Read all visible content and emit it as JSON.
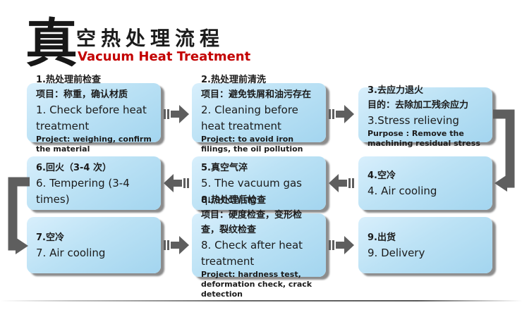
{
  "title": {
    "big_char": "真",
    "cn": "空热处理流程",
    "en": "Vacuum Heat Treatment"
  },
  "colors": {
    "accent_red": "#c30000",
    "box_blue_light": "#d8effc",
    "box_blue_dark": "#a3d5ef",
    "arrow_gray": "#5e5e5e",
    "text": "#1b1b1b"
  },
  "steps": [
    {
      "cn_title": "1.热处理前检查",
      "cn_detail": "项目：称重，确认材质",
      "en_title": "1. Check before heat treatment",
      "en_detail": "Project: weighing, confirm the material"
    },
    {
      "cn_title": "2.热处理前清洗",
      "cn_detail": "项目：避免铁屑和油污存在",
      "en_title": "2. Cleaning before heat treatment",
      "en_detail": "Project: to avoid iron filings, the oil pollution"
    },
    {
      "cn_title": "3.去应力退火",
      "cn_detail": "目的：去除加工残余应力",
      "en_title": "3.Stress relieving",
      "en_detail": "Purpose : Remove the machining residual stress"
    },
    {
      "cn_title": "4.空冷",
      "en_title": "4. Air cooling"
    },
    {
      "cn_title": "5.真空气淬",
      "en_title": "5. The vacuum gas quenching"
    },
    {
      "cn_title": "6.回火（3-4 次）",
      "en_title": "6. Tempering (3-4 times)"
    },
    {
      "cn_title": "7.空冷",
      "en_title": "7. Air cooling"
    },
    {
      "cn_title": "8.热处理后检查",
      "cn_detail": "项目：硬度检查，变形检查，裂纹检查",
      "en_title": "8. Check after heat treatment",
      "en_detail": "Project: hardness test, deformation check, crack detection"
    },
    {
      "cn_title": "9.出货",
      "en_title": "9. Delivery"
    }
  ]
}
